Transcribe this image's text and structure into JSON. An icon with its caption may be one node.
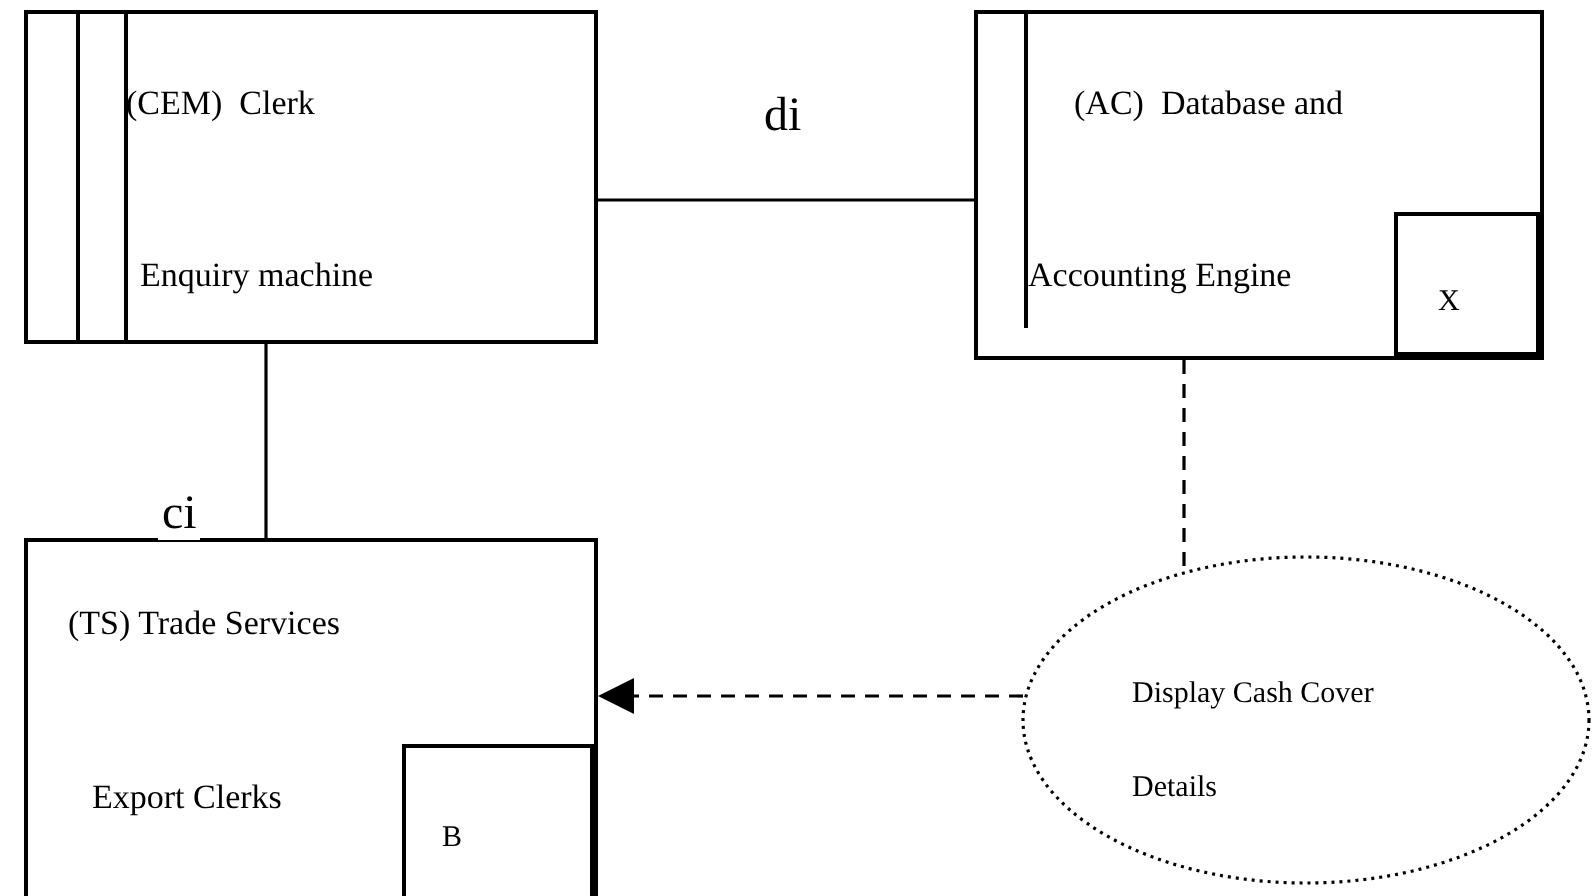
{
  "diagram": {
    "nodes": [
      {
        "text": [
          "(CEM)  Clerk",
          "Enquiry machine"
        ]
      },
      {
        "text": [
          "(AC)  Database and",
          "Accounting Engine"
        ]
      },
      {
        "text": [
          "X"
        ],
        "in": 1
      },
      {
        "text": [
          "(TS) Trade Services",
          "Export Clerks"
        ]
      },
      {
        "text": [
          "B"
        ],
        "in": 3
      },
      {
        "text": [
          "Display Cash Cover Details"
        ]
      }
    ],
    "edges": [
      {
        "from": 0,
        "to": 1,
        "arrow": "none",
        "label": "di"
      },
      {
        "from": 0,
        "to": 3,
        "arrow": "none",
        "label": "ci"
      },
      {
        "from": 1,
        "to": 5,
        "arrow": "none",
        "style": "dashed"
      },
      {
        "from": 5,
        "to": 3,
        "arrow": "to",
        "style": "dashed"
      }
    ]
  }
}
